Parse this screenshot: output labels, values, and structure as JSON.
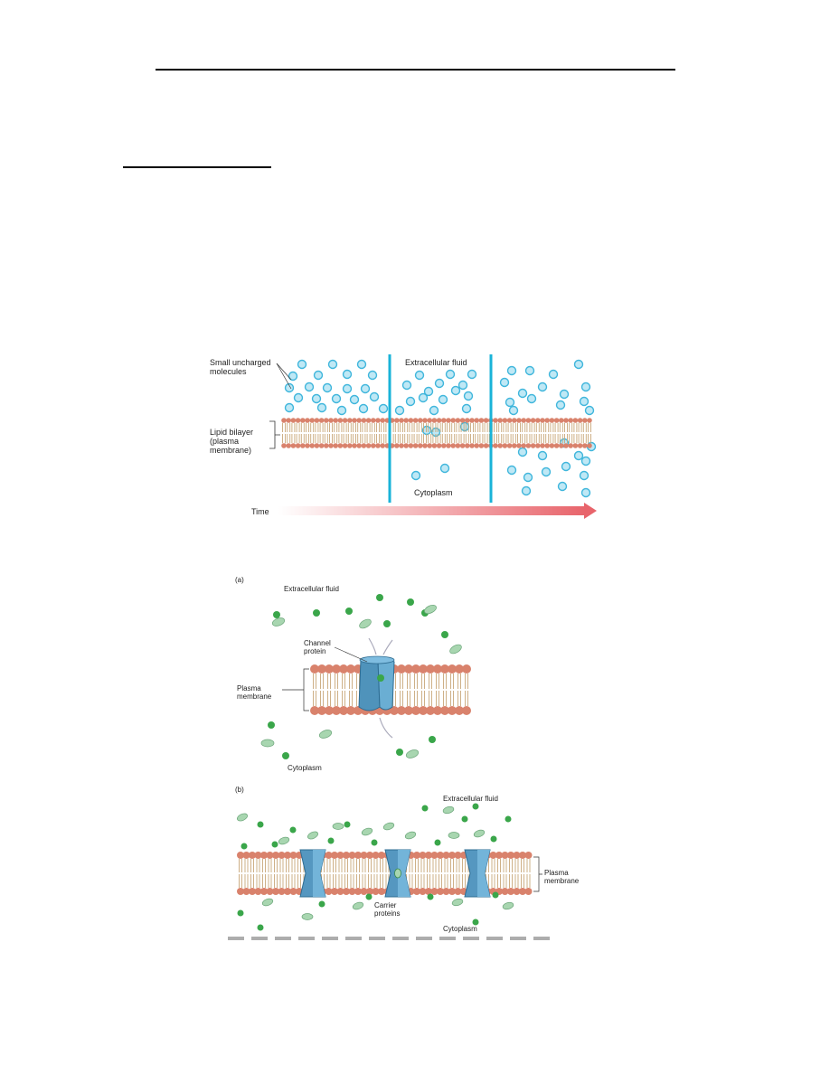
{
  "figure1": {
    "label_molecules": "Small uncharged\nmolecules",
    "label_extracellular": "Extracellular fluid",
    "label_bilayer": "Lipid bilayer\n(plasma\nmembrane)",
    "label_cytoplasm": "Cytoplasm",
    "label_time": "Time"
  },
  "figure_a": {
    "panel_letter": "(a)",
    "label_extracellular": "Extracellular fluid",
    "label_channel": "Channel\nprotein",
    "label_membrane": "Plasma\nmembrane",
    "label_cytoplasm": "Cytoplasm"
  },
  "figure_b": {
    "panel_letter": "(b)",
    "label_extracellular": "Extracellular fluid",
    "label_carrier": "Carrier\nproteins",
    "label_membrane": "Plasma\nmembrane",
    "label_cytoplasm": "Cytoplasm"
  },
  "colors": {
    "molecule_fill": "#bfe8f5",
    "molecule_stroke": "#3fb6dc",
    "divider": "#19b3d8",
    "lipid_head": "#d9826c",
    "lipid_tail": "#c9a87a",
    "protein": "#5a9fc5",
    "green_molecule": "#3aa64a",
    "oval_molecule": "#a8d6b0",
    "time_arrow": "#e8646b"
  }
}
